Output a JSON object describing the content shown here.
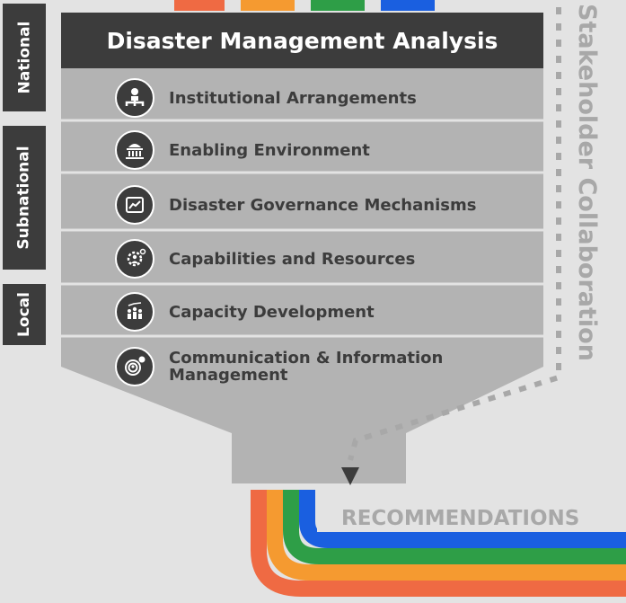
{
  "title": "Disaster Management Analysis",
  "levels": [
    "National",
    "Subnational",
    "Local"
  ],
  "components": [
    {
      "label": "Institutional Arrangements",
      "icon": "org-chart-icon"
    },
    {
      "label": "Enabling Environment",
      "icon": "government-building-icon"
    },
    {
      "label": "Disaster Governance Mechanisms",
      "icon": "document-chart-icon"
    },
    {
      "label": "Capabilities and Resources",
      "icon": "gears-people-icon"
    },
    {
      "label": "Capacity Development",
      "icon": "people-growth-icon"
    },
    {
      "label": "Communication & Information Management",
      "icon": "broadcast-person-icon"
    }
  ],
  "side_label": "Stakeholder Collaboration",
  "output_label": "RECOMMENDATIONS",
  "colors": {
    "dark": "#3c3c3c",
    "funnel": "#b3b3b3",
    "background": "#e3e3e3",
    "muted_text": "#a8a8a8",
    "stream_red": "#ef6a43",
    "stream_orange": "#f59a30",
    "stream_green": "#2e9e47",
    "stream_blue": "#1a5fe0"
  }
}
